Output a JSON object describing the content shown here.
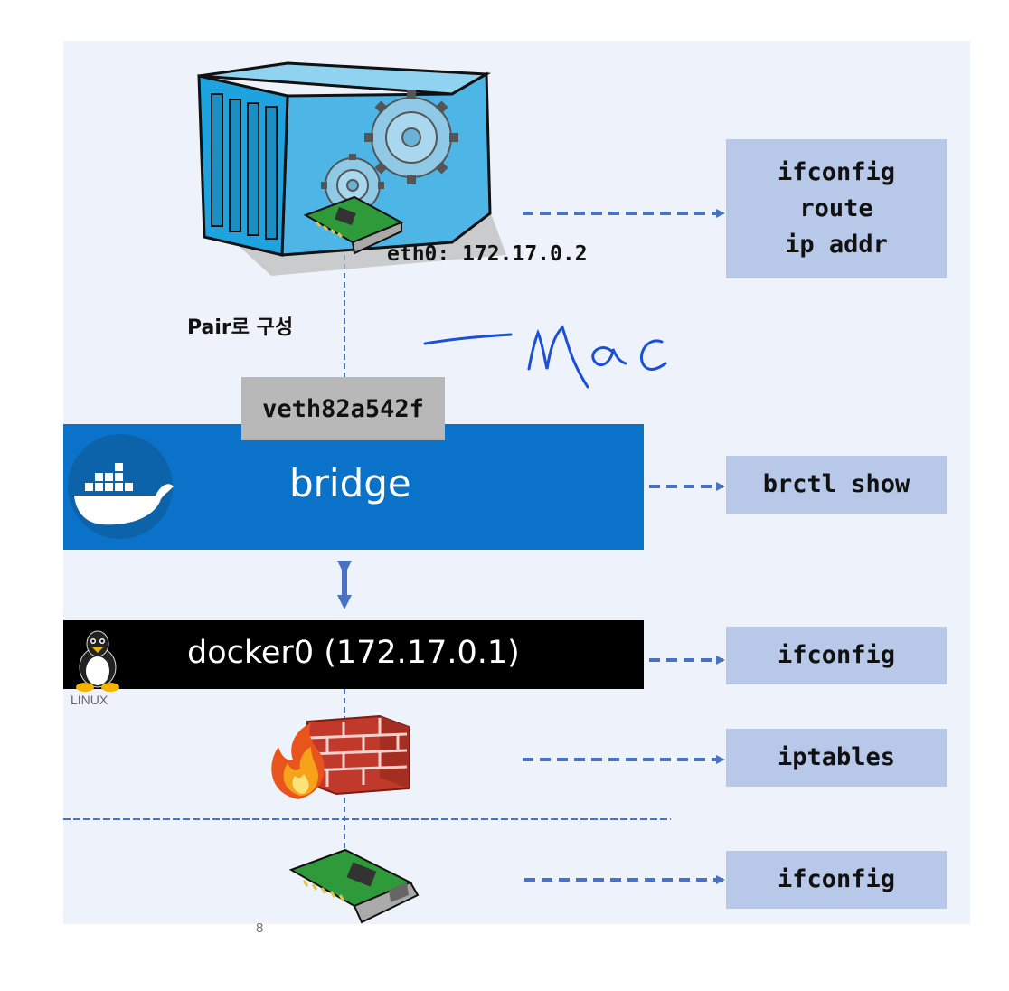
{
  "labels": {
    "eth0": "eth0: 172.17.0.2",
    "pair": "Pair로 구성",
    "veth": "veth82a542f",
    "bridge": "bridge",
    "docker0": "docker0 (172.17.0.1)",
    "linux": "LINUX",
    "page_number": "8",
    "annotation": "mac"
  },
  "commands": {
    "container": [
      "ifconfig",
      "route",
      "ip addr"
    ],
    "bridge": "brctl show",
    "docker0": "ifconfig",
    "firewall": "iptables",
    "nic": "ifconfig"
  },
  "icons": {
    "container": "shipping-container-icon",
    "gears": "gears-icon",
    "nic": "network-card-icon",
    "docker": "docker-whale-icon",
    "linux": "tux-penguin-icon",
    "firewall": "firewall-icon"
  },
  "colors": {
    "background": "#eef3fb",
    "command_box": "#b8c8e8",
    "bridge": "#0a72c8",
    "docker0": "#000000",
    "veth": "#b8b8b8",
    "dashed_line": "#4a72c4",
    "annotation": "#1a4fd6"
  }
}
